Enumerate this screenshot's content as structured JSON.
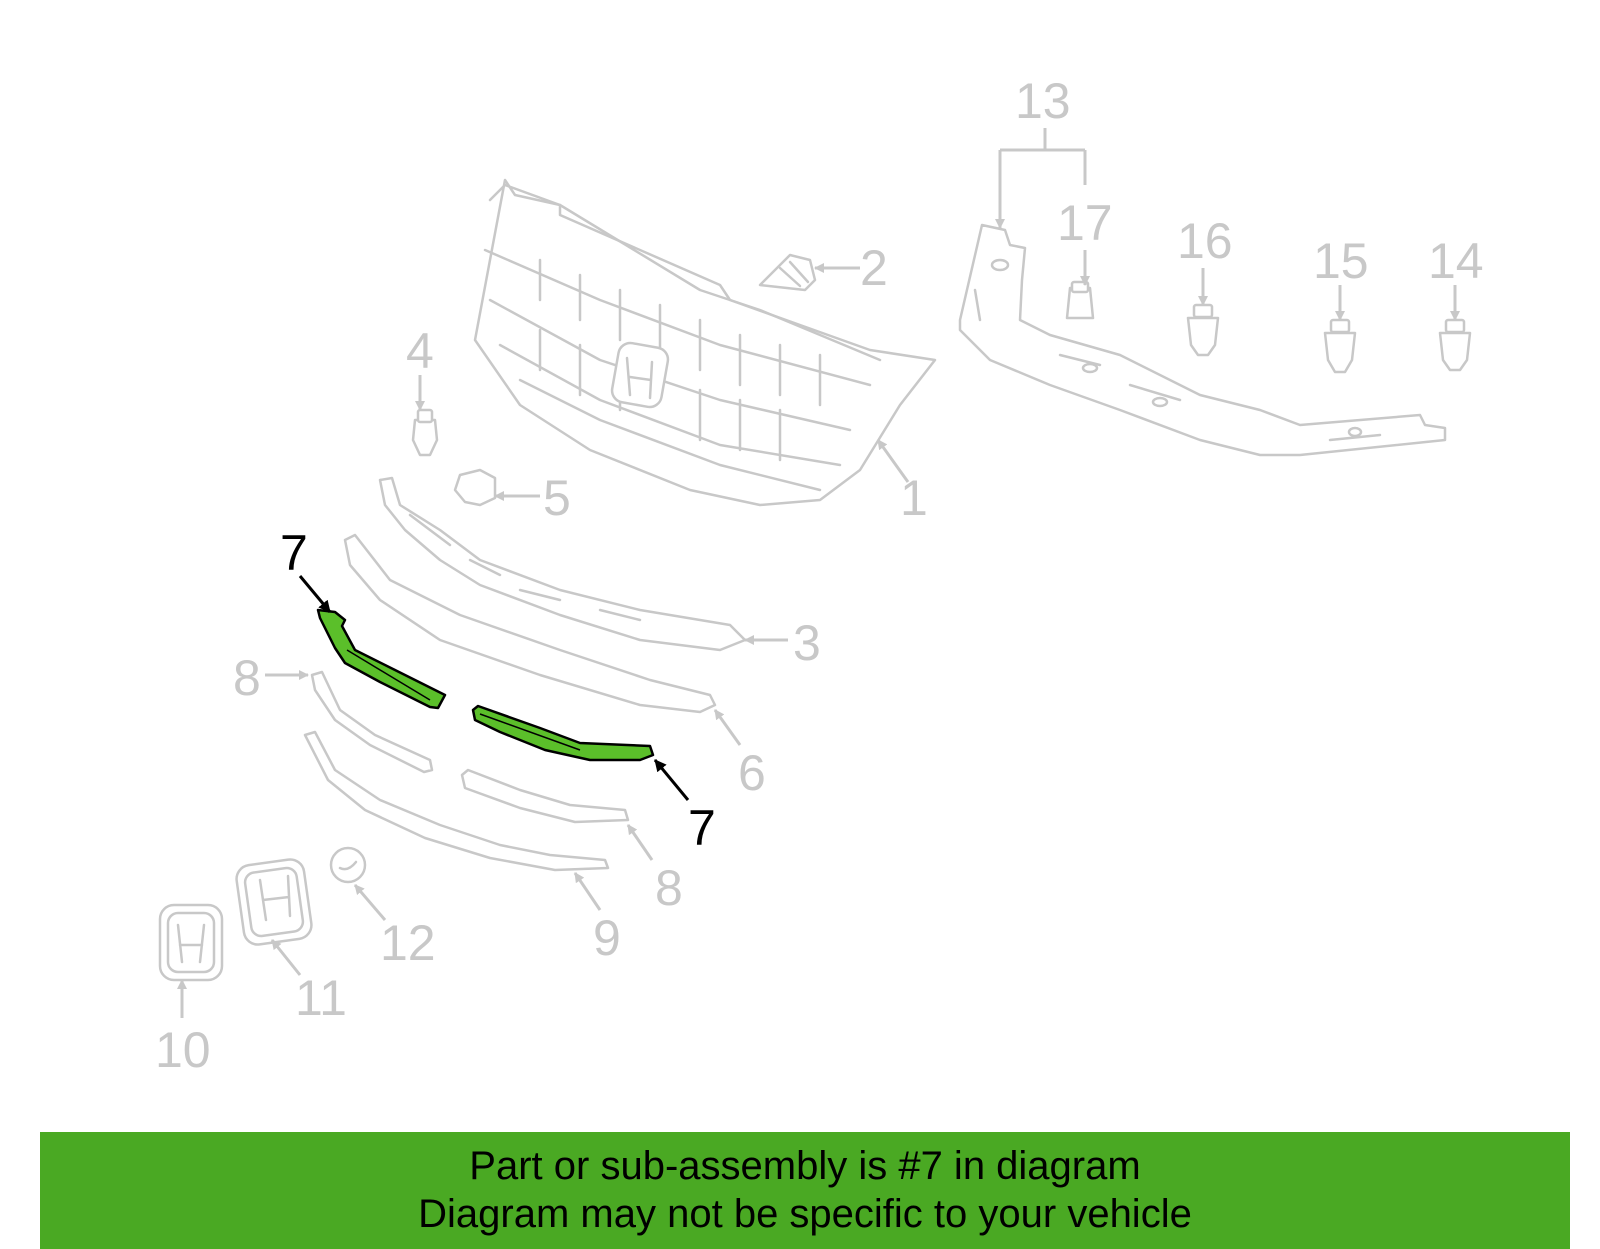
{
  "diagram": {
    "highlight_color": "#4aa923",
    "highlighted_part": "7",
    "labels": {
      "l1": "1",
      "l2": "2",
      "l3": "3",
      "l4": "4",
      "l5": "5",
      "l6": "6",
      "l7a": "7",
      "l7b": "7",
      "l8a": "8",
      "l8b": "8",
      "l9": "9",
      "l10": "10",
      "l11": "11",
      "l12": "12",
      "l13": "13",
      "l14": "14",
      "l15": "15",
      "l16": "16",
      "l17": "17"
    }
  },
  "banner": {
    "line1": "Part or sub-assembly is #7 in diagram",
    "line2": "Diagram may not be specific to your vehicle"
  }
}
